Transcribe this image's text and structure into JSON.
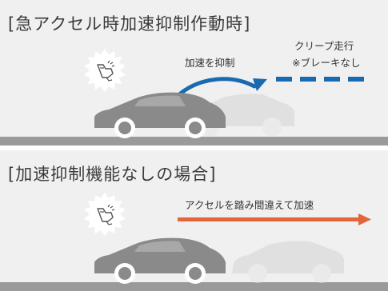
{
  "scenario_active": {
    "title": "[急アクセル時加速抑制作動時]",
    "label_suppression": "加速を抑制",
    "label_creep": "クリープ走行",
    "label_no_brake": "※ブレーキなし"
  },
  "scenario_inactive": {
    "title": "[加速抑制機能なしの場合]",
    "label_pedal_mistake": "アクセルを踏み間違えて加速"
  },
  "colors": {
    "panel_bg": "#f0f0f0",
    "ground": "#9a9a9a",
    "suppress_arrow": "#1a6ab0",
    "accel_arrow": "#e2663a",
    "car_front": "#8a8a8a",
    "car_ghost": "#dcdcdc"
  },
  "icons": [
    "accelerator-pedal-icon",
    "car-icon"
  ]
}
